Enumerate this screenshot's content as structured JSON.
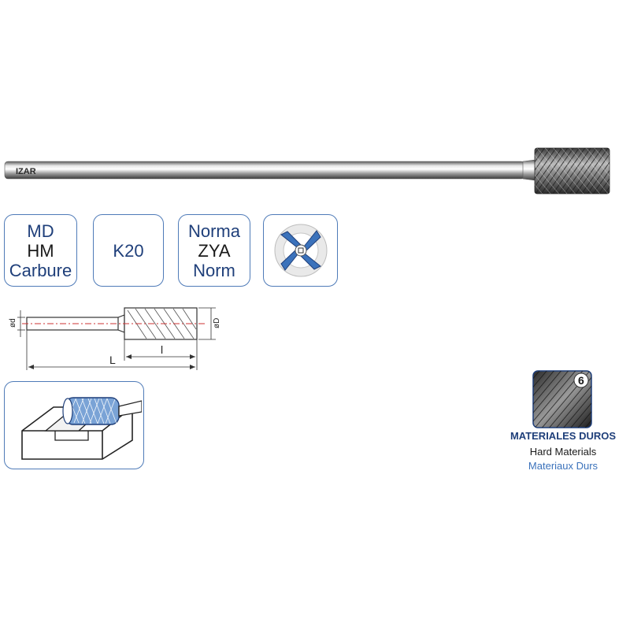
{
  "product": {
    "brand_logo": "IZAR"
  },
  "spec_tiles": [
    {
      "lines": [
        "MD",
        "HM",
        "Carbure"
      ]
    },
    {
      "lines": [
        "K20"
      ]
    },
    {
      "lines": [
        "Norma",
        "ZYA",
        "Norm"
      ]
    }
  ],
  "dimensions": {
    "shank_diameter": "ød",
    "head_diameter": "øD",
    "cut_length": "l",
    "total_length": "L"
  },
  "materials": {
    "badge_number": "6",
    "label_es": "MATERIALES DUROS",
    "label_en": "Hard Materials",
    "label_fr": "Materiaux Durs"
  },
  "colors": {
    "accent_blue": "#3b72bb",
    "frame_blue": "#4f7bb8",
    "text_dark_blue": "#1f3f7a",
    "dimension_red": "#cc3333"
  }
}
